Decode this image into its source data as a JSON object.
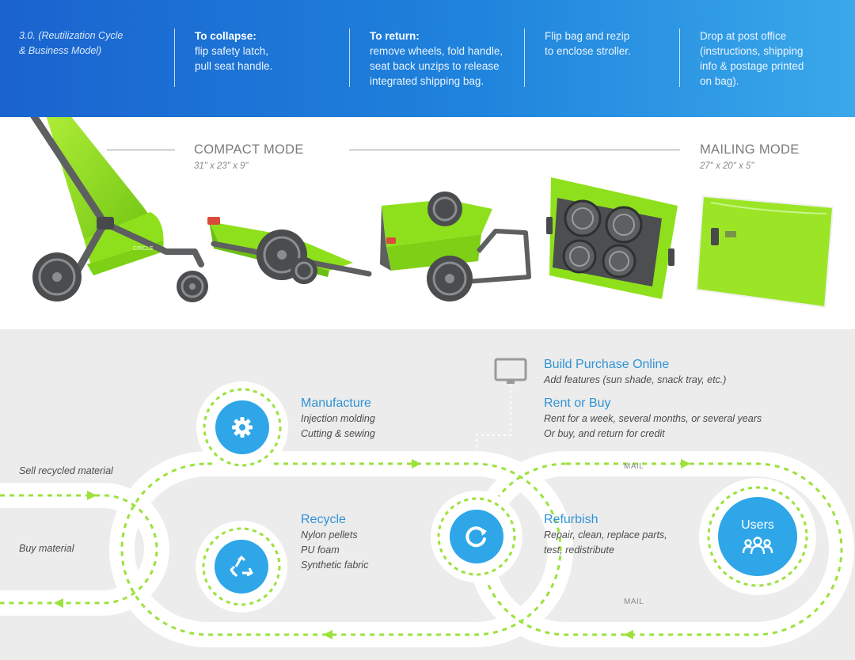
{
  "steps": {
    "intro": "3.0. (Reutilization Cycle\n& Business Model)",
    "collapse_head": "To collapse:",
    "collapse_body": "flip safety latch,\npull seat handle.",
    "return_head": "To return:",
    "return_body": "remove wheels, fold handle,\nseat back unzips to release\nintegrated shipping bag.",
    "flip_body": "Flip bag and rezip\nto enclose stroller.",
    "drop_body": "Drop at post office\n(instructions, shipping\ninfo & postage printed\non bag)."
  },
  "modes": {
    "compact_title": "COMPACT MODE",
    "compact_dims": "31\" x 23\" x 9\"",
    "mailing_title": "MAILING MODE",
    "mailing_dims": "27\" x 20\" x 5\""
  },
  "product": {
    "brand_text": "CIRCLE"
  },
  "cycle": {
    "manufacture_title": "Manufacture",
    "manufacture_sub": "Injection molding\nCutting & sewing",
    "build_title": "Build Purchase Online",
    "build_sub": "Add features (sun shade, snack tray, etc.)",
    "rent_title": "Rent or Buy",
    "rent_sub": "Rent for a week, several months, or several years\nOr buy, and return for credit",
    "recycle_title": "Recycle",
    "recycle_sub": "Nylon pellets\nPU foam\nSynthetic fabric",
    "refurbish_title": "Refurbish",
    "refurbish_sub": "Repair, clean, replace parts,\ntest, redistribute",
    "users_label": "Users",
    "sell_label": "Sell recycled material",
    "buy_label": "Buy material",
    "mail_top": "MAIL",
    "mail_bottom": "MAIL"
  },
  "icons": {
    "manufacture": "gear-icon",
    "recycle": "recycle-triangle-icon",
    "refurbish": "refresh-cycle-icon",
    "users": "users-group-icon",
    "online": "monitor-icon"
  },
  "colors": {
    "band_blue": "#1f83dc",
    "accent_blue": "#2ea6e8",
    "product_green": "#8fe01c",
    "dash_green": "#9be23c",
    "frame_gray": "#5d5f61"
  }
}
